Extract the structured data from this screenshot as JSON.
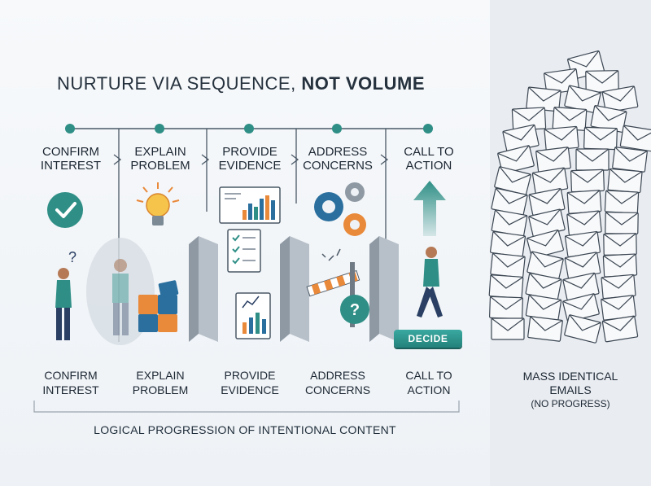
{
  "title": {
    "normal": "NURTURE VIA SEQUENCE, ",
    "bold": "NOT VOLUME"
  },
  "steps": [
    {
      "label": "CONFIRM\nINTEREST"
    },
    {
      "label": "EXPLAIN\nPROBLEM"
    },
    {
      "label": "PROVIDE\nEVIDENCE"
    },
    {
      "label": "ADDRESS\nCONCERNS"
    },
    {
      "label": "CALL TO\nACTION"
    }
  ],
  "bottom_labels": [
    "CONFIRM\nINTEREST",
    "EXPLAIN\nPROBLEM",
    "PROVIDE\nEVIDENCE",
    "ADDRESS\nCONCERNS",
    "CALL TO\nACTION"
  ],
  "decide_label": "DECIDE",
  "footer": "LOGICAL PROGRESSION OF INTENTIONAL CONTENT",
  "mass": {
    "line1": "MASS IDENTICAL",
    "line2": "EMAILS",
    "line3": "(NO PROGRESS)"
  },
  "colors": {
    "teal": "#2f8f86",
    "orange": "#e9893a",
    "navy": "#2a3f63",
    "gray": "#9aa3ad"
  }
}
